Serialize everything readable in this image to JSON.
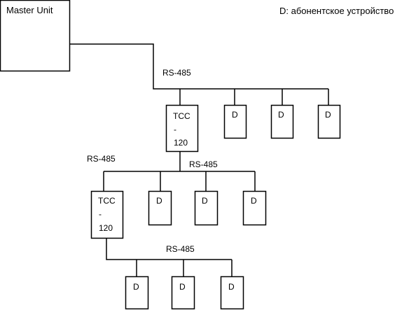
{
  "master": {
    "label": "Master Unit"
  },
  "legend": {
    "text": "D: абонентское устройство"
  },
  "bus_label": "RS-485",
  "device_label": "D",
  "tcc": {
    "line1": "TCC",
    "line2": "-",
    "line3": "120"
  }
}
